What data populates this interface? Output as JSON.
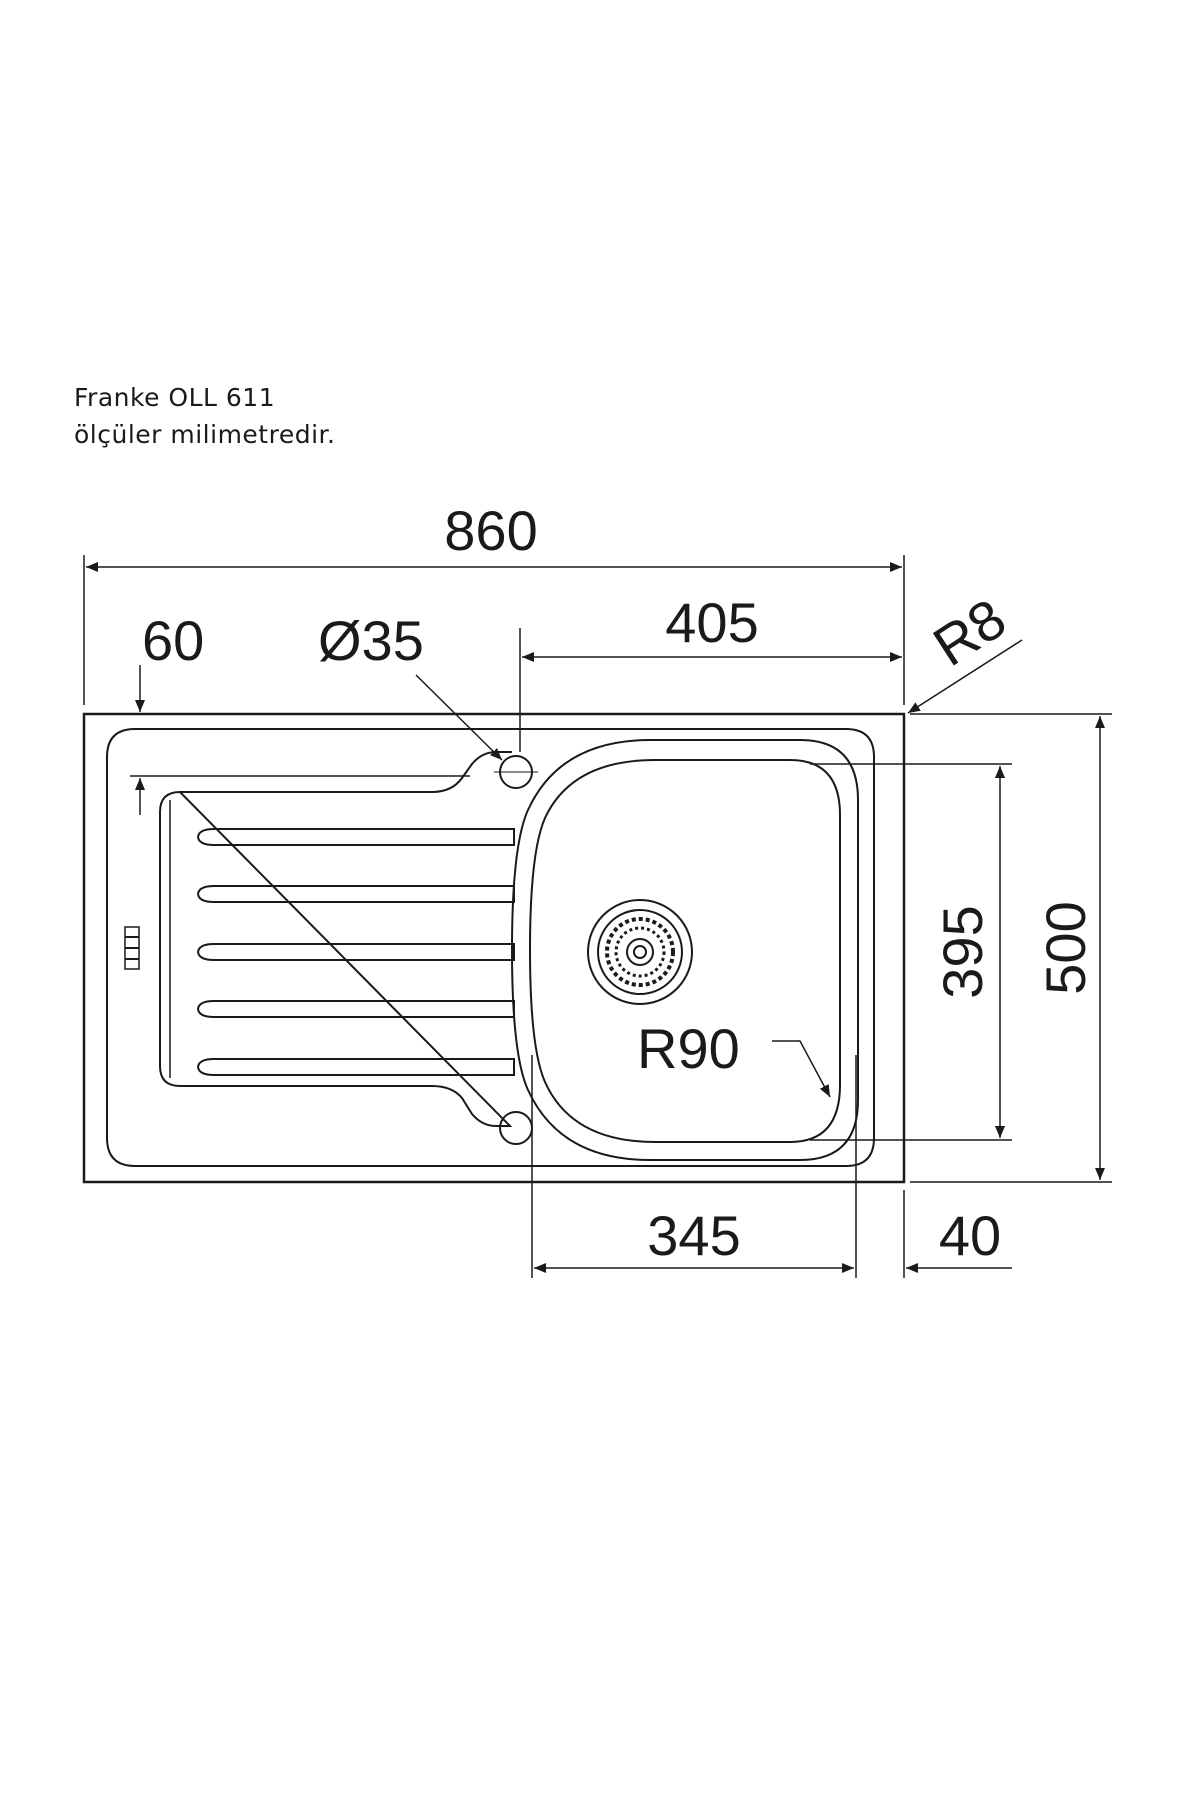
{
  "caption": {
    "line1": "Franke OLL 611",
    "line2": "ölçüler milimetredir."
  },
  "dimensions": {
    "overall_width": "860",
    "edge_offset": "60",
    "tap_hole": "Ø35",
    "bowl_offset": "405",
    "corner_radius": "R8",
    "bowl_depth": "395",
    "overall_depth": "500",
    "bowl_radius": "R90",
    "bowl_width": "345",
    "rim_offset": "40"
  },
  "colors": {
    "line": "#1a1a1a",
    "background": "#ffffff"
  }
}
